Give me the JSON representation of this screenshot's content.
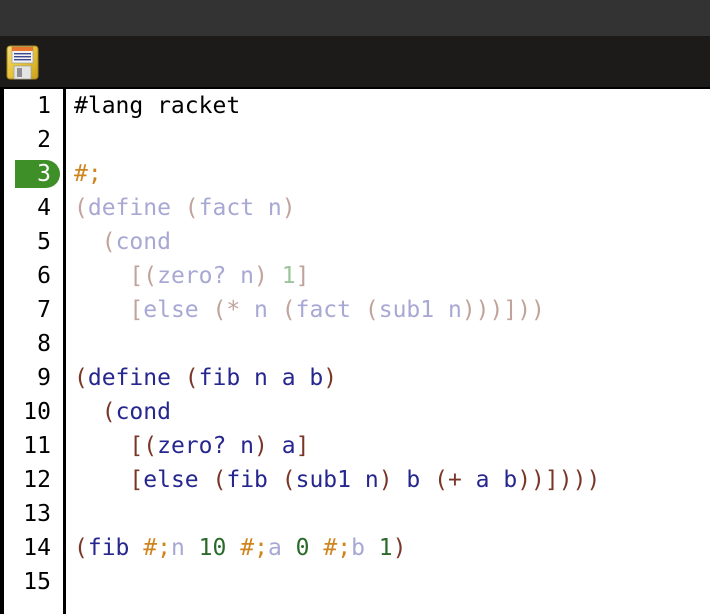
{
  "window": {
    "titlebar_color": "#333333",
    "toolbar_color": "#1c1b1a"
  },
  "toolbar": {
    "save_icon_name": "floppy-disk-save-icon",
    "save_tooltip": "Save"
  },
  "editor": {
    "language": "racket",
    "active_line": 3,
    "colors": {
      "paren": "#7a3728",
      "identifier": "#26268f",
      "number": "#2b6a2b",
      "comment": "#cf851f",
      "plain": "#000000",
      "active_line_badge": "#3f8f29",
      "dimmed_paren": "#c0a49b",
      "dimmed_identifier": "#a8a8d4",
      "dimmed_number": "#9cc49c"
    },
    "lines": [
      {
        "number": "1",
        "active": false,
        "tokens": [
          {
            "text": "#lang racket",
            "cls": "t-plain"
          }
        ]
      },
      {
        "number": "2",
        "active": false,
        "tokens": []
      },
      {
        "number": "3",
        "active": true,
        "tokens": [
          {
            "text": "#;",
            "cls": "t-comment"
          }
        ]
      },
      {
        "number": "4",
        "active": false,
        "tokens": [
          {
            "text": "(",
            "cls": "t-paren-d"
          },
          {
            "text": "define ",
            "cls": "t-ident-d"
          },
          {
            "text": "(",
            "cls": "t-paren-d"
          },
          {
            "text": "fact n",
            "cls": "t-ident-d"
          },
          {
            "text": ")",
            "cls": "t-paren-d"
          }
        ]
      },
      {
        "number": "5",
        "active": false,
        "tokens": [
          {
            "text": "  ",
            "cls": "t-plain"
          },
          {
            "text": "(",
            "cls": "t-paren-d"
          },
          {
            "text": "cond",
            "cls": "t-ident-d"
          }
        ]
      },
      {
        "number": "6",
        "active": false,
        "tokens": [
          {
            "text": "    ",
            "cls": "t-plain"
          },
          {
            "text": "[(",
            "cls": "t-paren-d"
          },
          {
            "text": "zero? n",
            "cls": "t-ident-d"
          },
          {
            "text": ") ",
            "cls": "t-paren-d"
          },
          {
            "text": "1",
            "cls": "t-num-d"
          },
          {
            "text": "]",
            "cls": "t-paren-d"
          }
        ]
      },
      {
        "number": "7",
        "active": false,
        "tokens": [
          {
            "text": "    ",
            "cls": "t-plain"
          },
          {
            "text": "[",
            "cls": "t-paren-d"
          },
          {
            "text": "else ",
            "cls": "t-ident-d"
          },
          {
            "text": "(* ",
            "cls": "t-paren-d"
          },
          {
            "text": "n ",
            "cls": "t-ident-d"
          },
          {
            "text": "(",
            "cls": "t-paren-d"
          },
          {
            "text": "fact ",
            "cls": "t-ident-d"
          },
          {
            "text": "(",
            "cls": "t-paren-d"
          },
          {
            "text": "sub1 n",
            "cls": "t-ident-d"
          },
          {
            "text": ")))])) ",
            "cls": "t-paren-d"
          }
        ]
      },
      {
        "number": "8",
        "active": false,
        "tokens": []
      },
      {
        "number": "9",
        "active": false,
        "tokens": [
          {
            "text": "(",
            "cls": "t-paren"
          },
          {
            "text": "define ",
            "cls": "t-ident"
          },
          {
            "text": "(",
            "cls": "t-paren"
          },
          {
            "text": "fib n a b",
            "cls": "t-ident"
          },
          {
            "text": ")",
            "cls": "t-paren"
          }
        ]
      },
      {
        "number": "10",
        "active": false,
        "tokens": [
          {
            "text": "  ",
            "cls": "t-plain"
          },
          {
            "text": "(",
            "cls": "t-paren"
          },
          {
            "text": "cond",
            "cls": "t-ident"
          }
        ]
      },
      {
        "number": "11",
        "active": false,
        "tokens": [
          {
            "text": "    ",
            "cls": "t-plain"
          },
          {
            "text": "[(",
            "cls": "t-paren"
          },
          {
            "text": "zero? n",
            "cls": "t-ident"
          },
          {
            "text": ") ",
            "cls": "t-paren"
          },
          {
            "text": "a",
            "cls": "t-ident"
          },
          {
            "text": "]",
            "cls": "t-paren"
          }
        ]
      },
      {
        "number": "12",
        "active": false,
        "tokens": [
          {
            "text": "    ",
            "cls": "t-plain"
          },
          {
            "text": "[",
            "cls": "t-paren"
          },
          {
            "text": "else ",
            "cls": "t-ident"
          },
          {
            "text": "(",
            "cls": "t-paren"
          },
          {
            "text": "fib ",
            "cls": "t-ident"
          },
          {
            "text": "(",
            "cls": "t-paren"
          },
          {
            "text": "sub1 n",
            "cls": "t-ident"
          },
          {
            "text": ") ",
            "cls": "t-paren"
          },
          {
            "text": "b ",
            "cls": "t-ident"
          },
          {
            "text": "(+ ",
            "cls": "t-paren"
          },
          {
            "text": "a b",
            "cls": "t-ident"
          },
          {
            "text": "))])))",
            "cls": "t-paren"
          }
        ]
      },
      {
        "number": "13",
        "active": false,
        "tokens": []
      },
      {
        "number": "14",
        "active": false,
        "tokens": [
          {
            "text": "(",
            "cls": "t-paren"
          },
          {
            "text": "fib ",
            "cls": "t-ident"
          },
          {
            "text": "#;",
            "cls": "t-comment"
          },
          {
            "text": "n",
            "cls": "t-ident-d"
          },
          {
            "text": " ",
            "cls": "t-plain"
          },
          {
            "text": "10",
            "cls": "t-num"
          },
          {
            "text": " ",
            "cls": "t-plain"
          },
          {
            "text": "#;",
            "cls": "t-comment"
          },
          {
            "text": "a",
            "cls": "t-ident-d"
          },
          {
            "text": " ",
            "cls": "t-plain"
          },
          {
            "text": "0",
            "cls": "t-num"
          },
          {
            "text": " ",
            "cls": "t-plain"
          },
          {
            "text": "#;",
            "cls": "t-comment"
          },
          {
            "text": "b",
            "cls": "t-ident-d"
          },
          {
            "text": " ",
            "cls": "t-plain"
          },
          {
            "text": "1",
            "cls": "t-num"
          },
          {
            "text": ")",
            "cls": "t-paren"
          }
        ]
      },
      {
        "number": "15",
        "active": false,
        "tokens": []
      }
    ]
  }
}
